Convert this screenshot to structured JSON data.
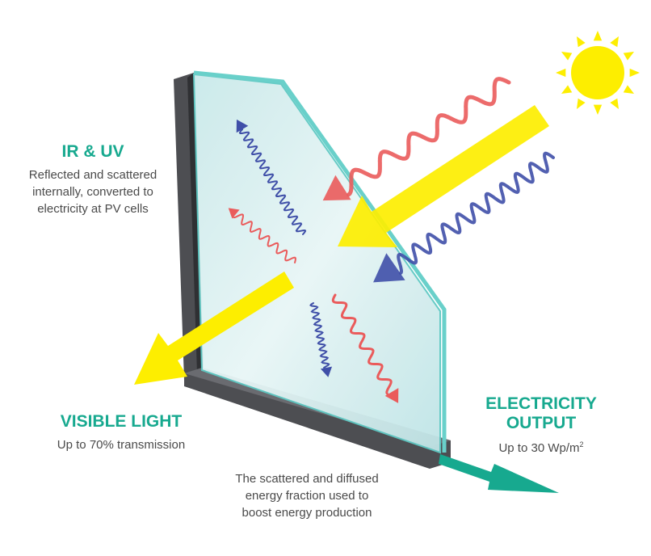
{
  "colors": {
    "teal": "#17a98f",
    "yellow": "#fdee00",
    "red": "#ea5b5b",
    "blue": "#3f4fa8",
    "frame": "#4d4e52",
    "glass": "#d8efef"
  },
  "ir_uv": {
    "title": "IR & UV",
    "lines": [
      "Reflected and scattered",
      "internally, converted to",
      "electricity at PV cells"
    ]
  },
  "visible": {
    "title": "VISIBLE LIGHT",
    "text": "Up to 70% transmission"
  },
  "electricity": {
    "title_1": "ELECTRICITY",
    "title_2": "OUTPUT",
    "text": "Up to 30 Wp/m",
    "sup": "2"
  },
  "scattered": {
    "lines": [
      "The scattered and diffused",
      "energy fraction used to",
      "boost energy production"
    ]
  }
}
